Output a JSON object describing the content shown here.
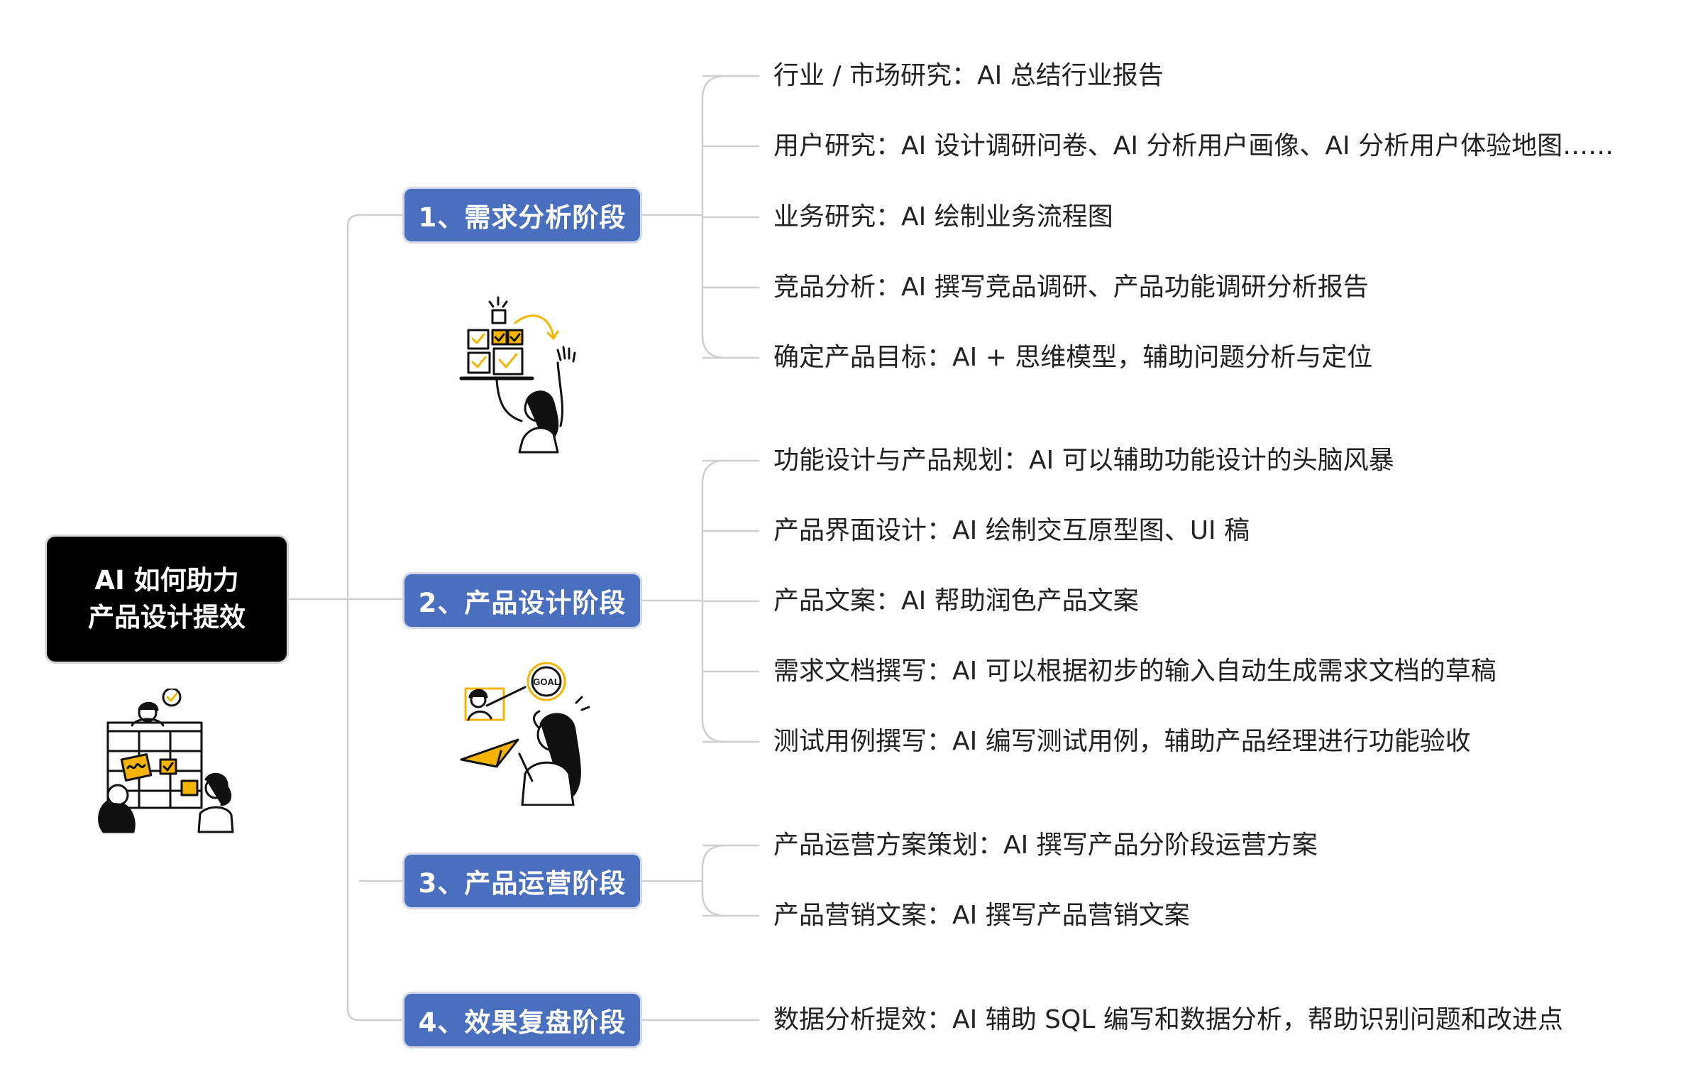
{
  "root": {
    "line1": "AI 如何助力",
    "line2": "产品设计提效"
  },
  "stages": [
    {
      "label": "1、需求分析阶段",
      "items": [
        "行业 / 市场研究：AI 总结行业报告",
        "用户研究：AI 设计调研问卷、AI 分析用户画像、AI 分析用户体验地图……",
        "业务研究：AI 绘制业务流程图",
        "竞品分析：AI 撰写竞品调研、产品功能调研分析报告",
        "确定产品目标：AI + 思维模型，辅助问题分析与定位"
      ]
    },
    {
      "label": "2、产品设计阶段",
      "items": [
        "功能设计与产品规划：AI 可以辅助功能设计的头脑风暴",
        "产品界面设计：AI 绘制交互原型图、UI 稿",
        "产品文案：AI 帮助润色产品文案",
        "需求文档撰写：AI 可以根据初步的输入自动生成需求文档的草稿",
        "测试用例撰写：AI 编写测试用例，辅助产品经理进行功能验收"
      ]
    },
    {
      "label": "3、产品运营阶段",
      "items": [
        "产品运营方案策划：AI 撰写产品分阶段运营方案",
        "产品营销文案：AI 撰写产品营销文案"
      ]
    },
    {
      "label": "4、效果复盘阶段",
      "items": [
        "数据分析提效：AI 辅助 SQL 编写和数据分析，帮助识别问题和改进点"
      ]
    }
  ],
  "illustrations": {
    "goal_sign": "GOAL"
  },
  "colors": {
    "stage_fill": "#4a6fbf",
    "root_fill": "#000000",
    "connector": "#cfcfcf",
    "accent_yellow": "#f5b400"
  }
}
